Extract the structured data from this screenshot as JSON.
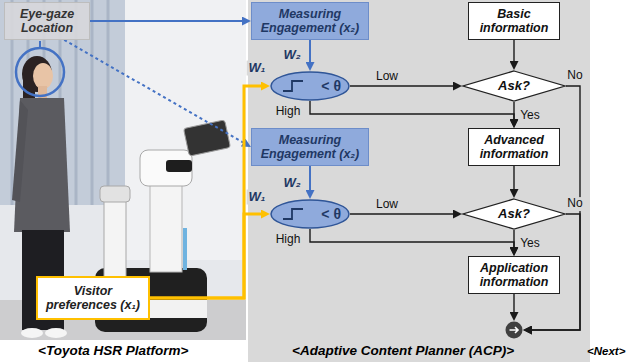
{
  "diagram": {
    "nodes": [
      {
        "text": [
          "Eye-gaze Location"
        ]
      },
      {
        "text": [
          "Visitor preferences (x₁)"
        ]
      },
      {
        "text": [
          "Measuring Engagement (x₂)"
        ]
      },
      {
        "text": [
          "Basic information"
        ]
      },
      {
        "text": [
          "< θ"
        ]
      },
      {
        "text": [
          "Ask?"
        ]
      },
      {
        "text": [
          "Measuring Engagement (x₂)"
        ]
      },
      {
        "text": [
          "Advanced information"
        ]
      },
      {
        "text": [
          "< θ"
        ]
      },
      {
        "text": [
          "Ask?"
        ]
      },
      {
        "text": [
          "Application information"
        ]
      },
      {
        "text": [
          "<Next>"
        ]
      }
    ],
    "edges": [
      {
        "from": 0,
        "to": 2,
        "arrow": "to"
      },
      {
        "from": 0,
        "to": 6,
        "arrow": "to"
      },
      {
        "from": 1,
        "to": 4,
        "label": "W₁",
        "arrow": "to"
      },
      {
        "from": 1,
        "to": 8,
        "label": "W₁",
        "arrow": "to"
      },
      {
        "from": 2,
        "to": 4,
        "label": "W₂",
        "arrow": "to"
      },
      {
        "from": 3,
        "to": 5,
        "arrow": "to"
      },
      {
        "from": 4,
        "to": 5,
        "label": "Low",
        "arrow": "to"
      },
      {
        "from": 4,
        "to": 7,
        "label": "High",
        "arrow": "to"
      },
      {
        "from": 5,
        "to": 7,
        "label": "Yes",
        "arrow": "to"
      },
      {
        "from": 5,
        "to": 11,
        "label": "No",
        "arrow": "to"
      },
      {
        "from": 6,
        "to": 8,
        "label": "W₂",
        "arrow": "to"
      },
      {
        "from": 7,
        "to": 9,
        "arrow": "to"
      },
      {
        "from": 8,
        "to": 9,
        "label": "Low",
        "arrow": "to"
      },
      {
        "from": 8,
        "to": 10,
        "label": "High",
        "arrow": "to"
      },
      {
        "from": 9,
        "to": 10,
        "label": "Yes",
        "arrow": "to"
      },
      {
        "from": 9,
        "to": 11,
        "label": "No",
        "arrow": "to"
      },
      {
        "from": 10,
        "to": 11,
        "arrow": "to"
      }
    ],
    "labels": [
      "<Toyota HSR Platform>",
      "<Adaptive Content Planner (ACP)>"
    ]
  }
}
